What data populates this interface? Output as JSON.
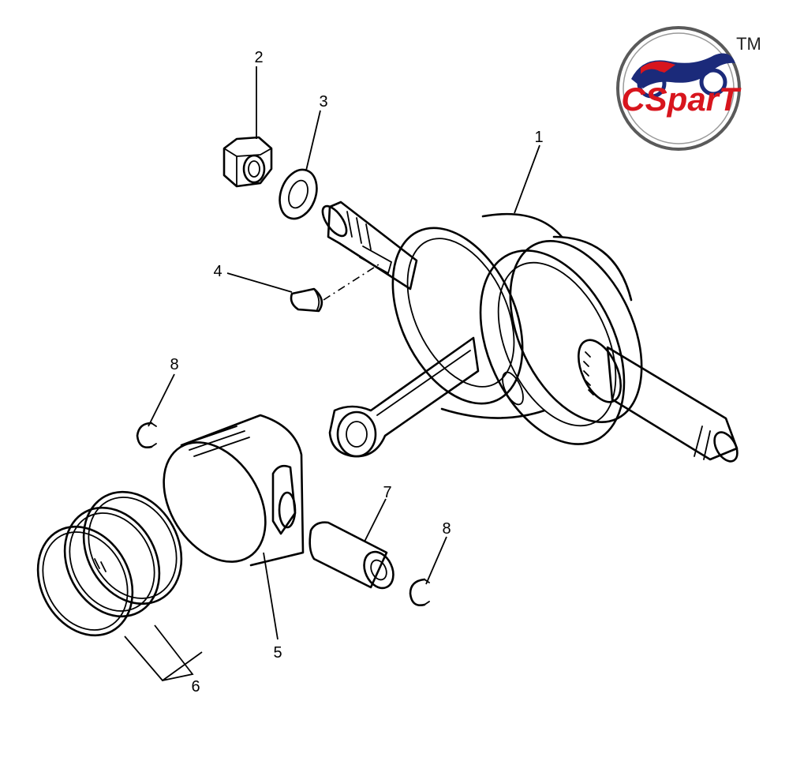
{
  "logo": {
    "brand": "CSparT",
    "trademark": "TM",
    "colors": {
      "red": "#d8151d",
      "navy": "#1b2a7a",
      "ring": "#555555"
    }
  },
  "callouts": {
    "crankshaft": "1",
    "nut": "2",
    "washer": "3",
    "key": "4",
    "piston": "5",
    "piston_rings": "6",
    "piston_pin": "7",
    "clip_left": "8",
    "clip_right": "8"
  }
}
